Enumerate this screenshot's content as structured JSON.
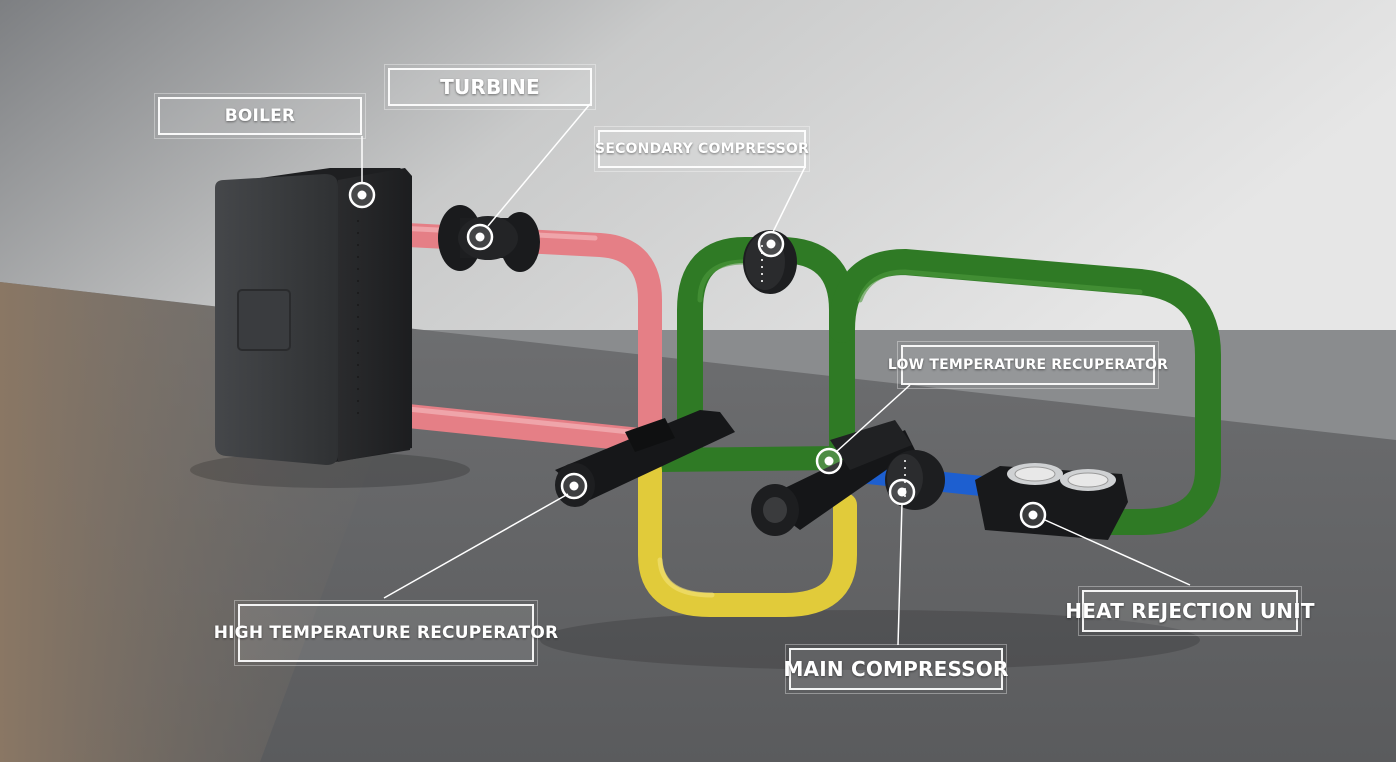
{
  "labels": {
    "boiler": "BOILER",
    "turbine": "TURBINE",
    "secondary_compressor": "SECONDARY COMPRESSOR",
    "low_temperature_recuperator": "LOW TEMPERATURE RECUPERATOR",
    "high_temperature_recuperator": "HIGH TEMPERATURE RECUPERATOR",
    "main_compressor": "MAIN COMPRESSOR",
    "heat_rejection_unit": "HEAT REJECTION UNIT"
  },
  "colors": {
    "hot_loop": "#e57f86",
    "recompression_loop": "#2f7a25",
    "low_temp_loop": "#e1cb3a",
    "cold_line": "#1d5fd0",
    "equipment": "#1d1e20",
    "boiler_body": "#3a3c3f",
    "callout_line": "#ffffff"
  },
  "icons": {
    "marker": "target-ring-icon",
    "fan": "fan-icon"
  }
}
